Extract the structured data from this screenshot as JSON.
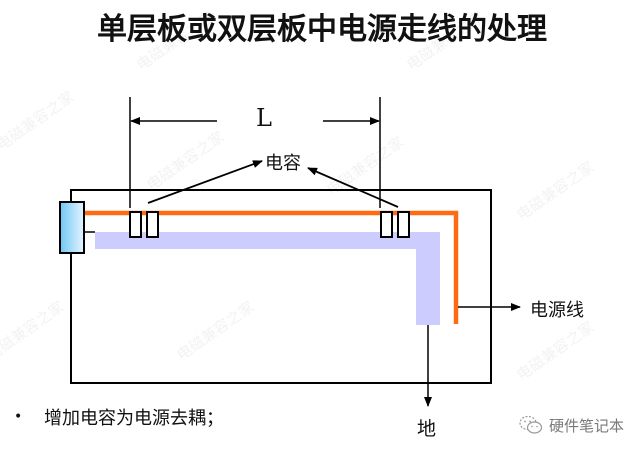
{
  "title": "单层板或双层板中电源走线的处理",
  "diagram": {
    "dimension_label": "L",
    "capacitor_label": "电容",
    "power_line_label": "电源线",
    "ground_label": "地",
    "colors": {
      "power_trace": "#ff6a13",
      "ground_plane": "#ccccff",
      "connector_light": "#e6f4ff",
      "connector_dark": "#6ec8f5",
      "lines": "#000000"
    }
  },
  "bullets": [
    {
      "marker": "•",
      "text": "增加电容为电源去耦；"
    }
  ],
  "watermark": {
    "text": "电磁兼容之家"
  },
  "brand": {
    "icon": "wechat-icon",
    "text": "硬件笔记本"
  }
}
